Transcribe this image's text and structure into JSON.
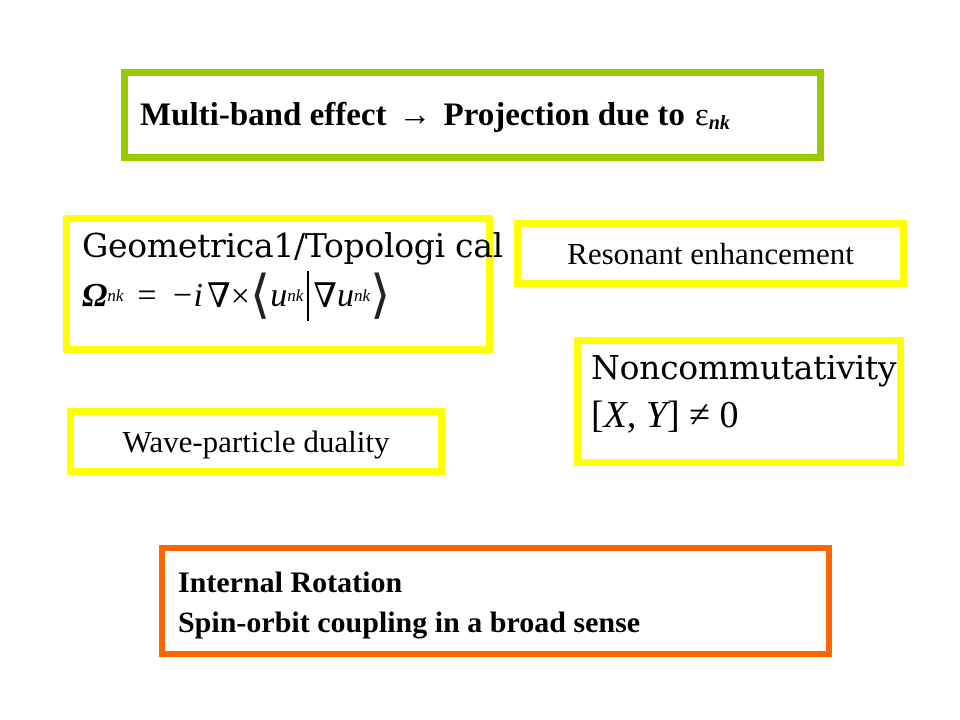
{
  "multiband": {
    "label": "Multi-band effect",
    "arrow": "→",
    "projection": "Projection  due to",
    "epsilon": "ε",
    "subscript": "nk"
  },
  "geometrical": {
    "title": "Geometrica1/Topologi cal",
    "omega": "Ω",
    "omega_sub": "nk",
    "equals": "=",
    "minus_i": "−i",
    "nabla_times": "∇×",
    "langle": "⟨",
    "u1": "u",
    "u1_sub": "nk",
    "nabla2": "∇",
    "u2": "u",
    "u2_sub": "nk",
    "rangle": "⟩"
  },
  "resonant": {
    "label": "Resonant enhancement"
  },
  "noncommutativity": {
    "title": "Noncommutativity",
    "formula_open": "[",
    "formula_x": "X",
    "formula_comma": ", ",
    "formula_y": "Y",
    "formula_close": "]",
    "formula_rest": " ≠ 0"
  },
  "wave": {
    "label": "Wave-particle  duality"
  },
  "internal": {
    "line1": "Internal Rotation",
    "line2": "Spin-orbit coupling in a broad sense"
  },
  "colors": {
    "green_border": "#99cc00",
    "yellow_border": "#ffff00",
    "orange_border": "#ff6600"
  }
}
